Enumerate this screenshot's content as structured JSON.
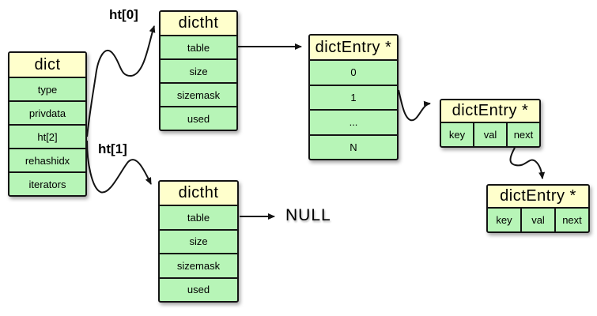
{
  "colors": {
    "header_fill": "#FFFFCC",
    "cell_fill": "#B7F5B7",
    "border": "#141414",
    "background": "#FFFFFF"
  },
  "labels": {
    "ht0": "ht[0]",
    "ht1": "ht[1]",
    "null_text": "NULL"
  },
  "nodes": {
    "dict": {
      "title": "dict",
      "rows": [
        "type",
        "privdata",
        "ht[2]",
        "rehashidx",
        "iterators"
      ]
    },
    "dictht_top": {
      "title": "dictht",
      "rows": [
        "table",
        "size",
        "sizemask",
        "used"
      ]
    },
    "dictht_bottom": {
      "title": "dictht",
      "rows": [
        "table",
        "size",
        "sizemask",
        "used"
      ]
    },
    "dict_entry_array": {
      "title": "dictEntry *",
      "rows": [
        "0",
        "1",
        "...",
        "N"
      ]
    },
    "dict_entry_node1": {
      "title": "dictEntry *",
      "cells": [
        "key",
        "val",
        "next"
      ]
    },
    "dict_entry_node2": {
      "title": "dictEntry *",
      "cells": [
        "key",
        "val",
        "next"
      ]
    }
  }
}
